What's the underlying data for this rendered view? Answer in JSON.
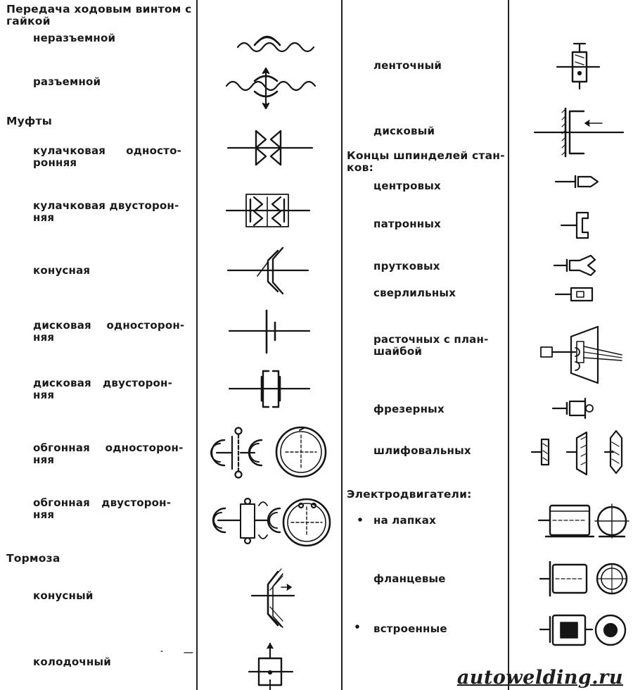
{
  "left": {
    "screw_title": "Передача ходовым винтом с\nгайкой",
    "screw_items": [
      "неразъемной",
      "разъемной"
    ],
    "couplings_title": "Муфты",
    "couplings": [
      "кулачковая     односто-\nронняя",
      "кулачковая двусторон-\nняя",
      "конусная",
      "дисковая    односторон-\nняя",
      "дисковая   двусторон-\nняя",
      "обгонная    односторон-\nняя",
      "обгонная   двусторон-\nняя"
    ],
    "brakes_title": "Тормоза",
    "brakes": [
      "конусный",
      "колодочный"
    ]
  },
  "right": {
    "brakes_cont": [
      "ленточный",
      "дисковый"
    ],
    "spindle_title": "Концы шпинделей стан-\nков:",
    "spindles": [
      "центровых",
      "патронных",
      "прутковых",
      "сверлильных",
      "расточных с план-\nшайбой",
      "фрезерных",
      "шлифовальных"
    ],
    "motors_title": "Электродвигатели:",
    "motors": [
      "на лапках",
      "фланцевые",
      "встроенные"
    ]
  },
  "watermark": "autowelding.ru",
  "icons": [
    "screw-nut-solid-icon",
    "screw-nut-split-icon",
    "claw-coupling-one-way-icon",
    "claw-coupling-two-way-icon",
    "cone-coupling-icon",
    "disc-coupling-one-way-icon",
    "disc-coupling-two-way-icon",
    "overrunning-clutch-one-way-icon",
    "overrunning-clutch-two-way-icon",
    "cone-brake-icon",
    "shoe-brake-icon",
    "band-brake-icon",
    "disc-brake-icon",
    "spindle-center-icon",
    "spindle-chuck-icon",
    "spindle-bar-icon",
    "spindle-drill-icon",
    "spindle-boring-faceplate-icon",
    "spindle-milling-icon",
    "spindle-grinding-icon",
    "motor-foot-icon",
    "motor-flange-icon",
    "motor-built-in-icon"
  ]
}
